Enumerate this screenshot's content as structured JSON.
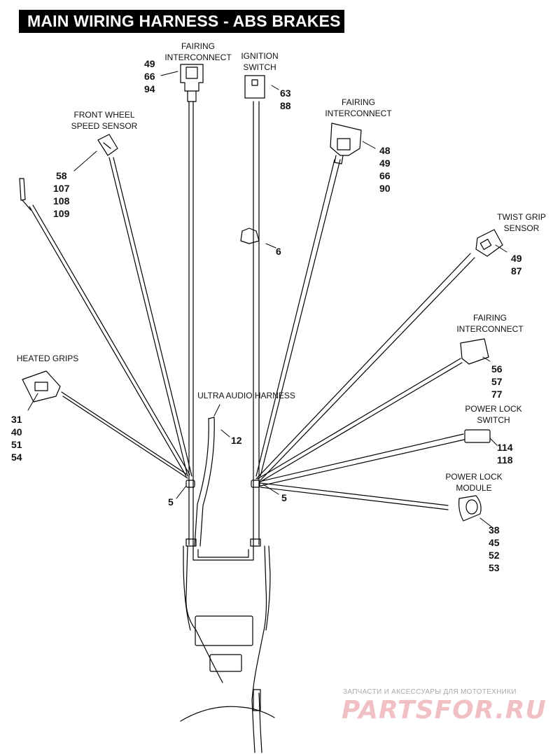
{
  "title": "MAIN WIRING HARNESS - ABS BRAKES",
  "components": {
    "fairing_interconnect_top": {
      "label": [
        "FAIRING",
        "INTERCONNECT"
      ],
      "refs": [
        "49",
        "66",
        "94"
      ]
    },
    "ignition_switch": {
      "label": [
        "IGNITION",
        "SWITCH"
      ],
      "refs": [
        "63",
        "88"
      ]
    },
    "front_wheel_speed_sensor": {
      "label": [
        "FRONT WHEEL",
        "SPEED SENSOR"
      ],
      "refs": [
        "58",
        "107",
        "108",
        "109"
      ]
    },
    "fairing_interconnect_right": {
      "label": [
        "FAIRING",
        "INTERCONNECT"
      ],
      "refs": [
        "48",
        "49",
        "66",
        "90"
      ]
    },
    "clip": {
      "refs": [
        "6"
      ]
    },
    "twist_grip_sensor": {
      "label": [
        "TWIST GRIP",
        "SENSOR"
      ],
      "refs": [
        "49",
        "87"
      ]
    },
    "fairing_interconnect_lower": {
      "label": [
        "FAIRING",
        "INTERCONNECT"
      ],
      "refs": [
        "56",
        "57",
        "77"
      ]
    },
    "heated_grips": {
      "label": [
        "HEATED GRIPS"
      ],
      "refs": [
        "31",
        "40",
        "51",
        "54"
      ]
    },
    "ultra_audio_harness": {
      "label": [
        "ULTRA AUDIO HARNESS"
      ],
      "refs": [
        "12"
      ]
    },
    "power_lock_switch": {
      "label": [
        "POWER LOCK",
        "SWITCH"
      ],
      "refs": [
        "114",
        "118"
      ]
    },
    "power_lock_module": {
      "label": [
        "POWER LOCK",
        "MODULE"
      ],
      "refs": [
        "38",
        "45",
        "52",
        "53"
      ]
    },
    "cable_strap_left": {
      "refs": [
        "5"
      ]
    },
    "cable_strap_right": {
      "refs": [
        "5"
      ]
    }
  },
  "watermark": {
    "tagline": "ЗАПЧАСТИ И АКСЕССУАРЫ ДЛЯ МОТОТЕХНИКИ",
    "logo": "PARTSFOR.RU"
  }
}
